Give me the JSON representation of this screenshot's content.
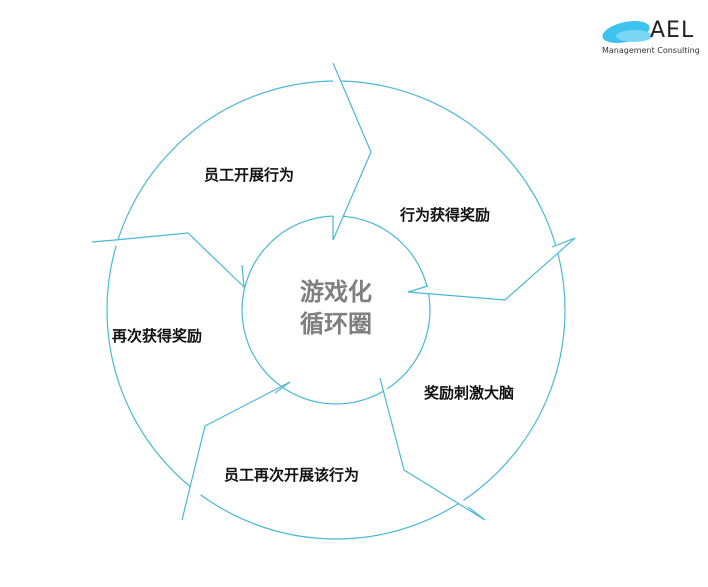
{
  "logo": {
    "brand": "AEL",
    "subtitle": "Management Consulting",
    "color": "#3ec3ee"
  },
  "center": {
    "line1": "游戏化",
    "line2": "循环圈"
  },
  "steps": [
    {
      "label": "员工开展行为"
    },
    {
      "label": "行为获得奖励"
    },
    {
      "label": "奖励刺激大脑"
    },
    {
      "label": "员工再次开展该行为"
    },
    {
      "label": "再次获得奖励"
    }
  ],
  "line_color": "#4bb8d6"
}
